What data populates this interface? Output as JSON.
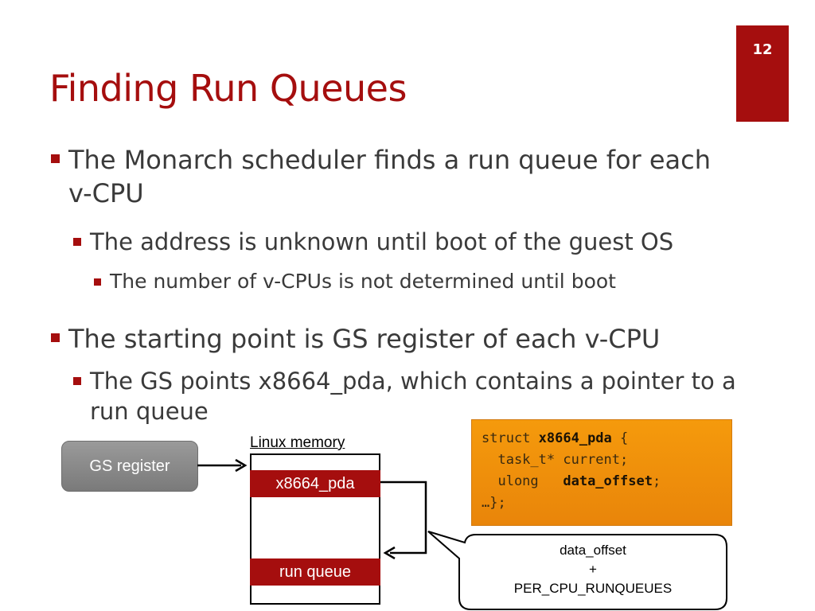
{
  "slide": {
    "number": "12",
    "title": "Finding Run Queues"
  },
  "bullets": {
    "b1": "The Monarch scheduler finds a run queue for each v-CPU",
    "b1_1": "The address is unknown until boot of the guest OS",
    "b1_1_1": "The number of v-CPUs is not determined until boot",
    "b2": "The starting point is GS register of each v-CPU",
    "b2_1": "The GS points x8664_pda, which contains a pointer to a run queue"
  },
  "diagram": {
    "gs_register": "GS register",
    "memory_label": "Linux memory",
    "cell_pda": "x8664_pda",
    "cell_runqueue": "run queue",
    "code": {
      "l1_kw": "struct ",
      "l1_name": "x8664_pda",
      "l1_rest": " {",
      "l2": "  task_t* current;",
      "l3_a": "  ulong   ",
      "l3_b": "data_offset",
      "l3_c": ";",
      "l4": "…};"
    },
    "callout": {
      "line1": "data_offset",
      "line2": "+",
      "line3": "PER_CPU_RUNQUEUES"
    }
  },
  "colors": {
    "accent": "#a50e0e",
    "code_bg": "#f59a0c",
    "gs_register_bg": "#8a8a8a"
  }
}
